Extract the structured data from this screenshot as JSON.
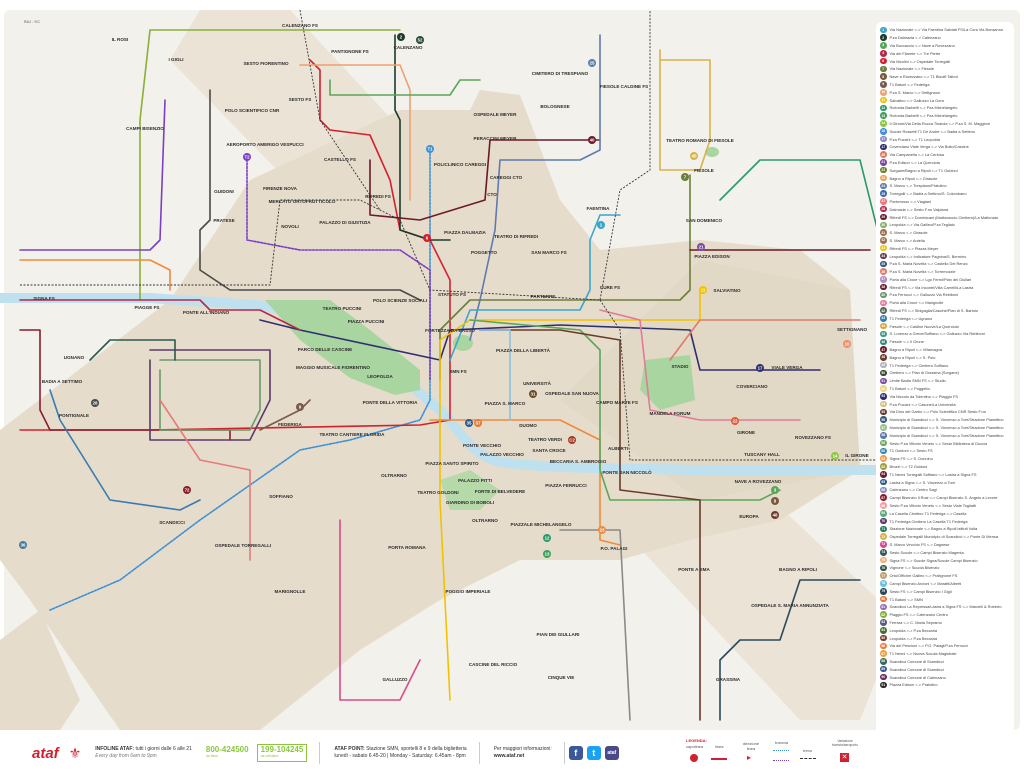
{
  "corner_code": "RAJ - YIC",
  "places": [
    "IL ROSI",
    "CAMPI BISENZIO",
    "I GIGLI",
    "SESTO FIORENTINO",
    "PANTIGNONE FS",
    "CALENZANO FS",
    "CALENZANO",
    "POLO SCIENTIFICO CNR",
    "AEROPORTO AMERIGO VESPUCCI",
    "SESTO FS",
    "CASTELLO FS",
    "GUIDONI",
    "PRATESE",
    "FIRENZE NOVA",
    "MERCATO ORTOFRUTTICOLO",
    "NOVOLI",
    "PALAZZO DI GIUSTIZIA",
    "RIFREDI FS",
    "CIMITERO DI TRESPIANO",
    "BOLOGNESE",
    "FIESOLE CALDINE FS",
    "OSPEDALE MEYER",
    "PERACCINI MEYER",
    "POLICLINICO CAREGGI",
    "CAREGGI CTO",
    "CTO",
    "FAENTINA",
    "SAN DOMENICO",
    "TEATRO ROMANO DI FIESOLE",
    "FIESOLE",
    "PIAZZA EDISON",
    "SALVIATINO",
    "PIAZZA DALMAZIA",
    "TEATRO DI RIFREDI",
    "POGGETTO",
    "SAN MARCO FS",
    "PARTERRE",
    "CURE FS",
    "STATUTO FS",
    "SIGNA FS",
    "PIAGGE FS",
    "PONTE ALL'INDIANO",
    "TEATRO PUCCINI",
    "PIAZZA PUCCINI",
    "POLO SCIENZE SOCIALI",
    "FORTEZZA DA BASSO",
    "PIAZZA DELLA LIBERTÀ",
    "SETTIGNANO",
    "PARCO DELLE CASCINE",
    "UGNANO",
    "BADIA A SETTIMO",
    "PONTIGNALE",
    "MAGGIO MUSICALE FIORENTINO",
    "LEOPOLDA",
    "SMN FS",
    "UNIVERSITÀ",
    "OSPEDALE SAN NUOVA",
    "CAMPO MARTE FS",
    "STADIO",
    "VIALE VERGA",
    "COVERCIANO",
    "PONTE DELLA VITTORIA",
    "FEDERIGA",
    "TEATRO CANTIERE FLORIDA",
    "MANDELA FORUM",
    "DUOMO",
    "PIAZZA S. MARCO",
    "TEATRO VERDI",
    "SANTA CROCE",
    "BECCARIA S. AMBROGIO",
    "ALBERTI",
    "PONTE SAN NICCOLÒ",
    "PONTE VECCHIO",
    "PALAZZO VECCHIO",
    "PIAZZA SANTO SPIRITO",
    "PALAZZO PITTI",
    "FORTE DI BELVEDERE",
    "PIAZZA FERRUCCI",
    "TEATRO GOLDONI",
    "GIARDINO DI BOBOLI",
    "GIRONE",
    "ROVEZZANO FS",
    "TUSCANY HALL",
    "IL GIRONE",
    "NAVE A ROVEZZANO",
    "EUROPA",
    "OLTRARNO",
    "PORTA ROMANA",
    "PIAZZALE MICHELANGELO",
    "P.O. PALAGI",
    "PONTE A EMA",
    "BAGNO A RIPOLI",
    "OSPEDALE S. MARIA ANNUNZIATA",
    "POGGIO IMPERIALE",
    "PIAN DEI GIULLARI",
    "CASCINE DEL RICCIO",
    "CINQUE VIE",
    "GALLUZZO",
    "GRASSINA",
    "SOFFIANO",
    "SCANDICCI",
    "OSPEDALE TORREGALLI",
    "MARIGNOLLE",
    "OLTRARNO"
  ],
  "badges": [
    {
      "n": "T1",
      "c": "#3d8fd6"
    },
    {
      "n": "T2",
      "c": "#7b3fc4"
    },
    {
      "n": "2",
      "c": "#1d3b2a"
    },
    {
      "n": "6",
      "c": "#d3202f"
    },
    {
      "n": "1",
      "c": "#3aa6c9"
    },
    {
      "n": "7",
      "c": "#6a7f3a"
    },
    {
      "n": "11",
      "c": "#f2c200"
    },
    {
      "n": "17",
      "c": "#2e2f6e"
    },
    {
      "n": "40",
      "c": "#6b1a2b"
    },
    {
      "n": "25",
      "c": "#5e7bb0"
    },
    {
      "n": "23",
      "c": "#f08a3c"
    },
    {
      "n": "14",
      "c": "#8cc63f"
    },
    {
      "n": "3",
      "c": "#5aa65a"
    },
    {
      "n": "12",
      "c": "#2a9a6a"
    },
    {
      "n": "13",
      "c": "#3aa25a"
    },
    {
      "n": "35",
      "c": "#2c5a8a"
    },
    {
      "n": "28",
      "c": "#4a4a4a"
    },
    {
      "n": "72",
      "c": "#8a1c2c"
    },
    {
      "n": "48",
      "c": "#6a3a2a"
    },
    {
      "n": "57",
      "c": "#e27a3a"
    },
    {
      "n": "C2",
      "c": "#a23a2a"
    },
    {
      "n": "9",
      "c": "#7a5a4a"
    },
    {
      "n": "22",
      "c": "#e25a3a"
    },
    {
      "n": "31",
      "c": "#6a4a2a"
    },
    {
      "n": "8",
      "c": "#7a5a3a"
    },
    {
      "n": "21",
      "c": "#7b4aa0"
    },
    {
      "n": "10",
      "c": "#f08a6a"
    },
    {
      "n": "36",
      "c": "#4a7a9a"
    },
    {
      "n": "52",
      "c": "#2a4a3a"
    },
    {
      "n": "45",
      "c": "#d8b24a"
    }
  ],
  "legend_items": [
    {
      "n": "1",
      "c": "#3aa6c9",
      "t": "Via Nazionale <-> Via Faentina Salviati FS/La Cora Via Bonsanno"
    },
    {
      "n": "2",
      "c": "#1d3b2a",
      "t": "P.za Dalmazia <-> Calenzano"
    },
    {
      "n": "3",
      "c": "#5aa65a",
      "t": "Via Boccaccio <-> Nave a Rovezzano"
    },
    {
      "n": "4",
      "c": "#b5294a",
      "t": "Via del Filarete <-> Tre Pietre"
    },
    {
      "n": "6",
      "c": "#d3202f",
      "t": "Via Nicolini <-> Ospedale Torregalli"
    },
    {
      "n": "7",
      "c": "#6a7f3a",
      "t": "Via Nazionale <-> Fiesole"
    },
    {
      "n": "8",
      "c": "#7a5a3a",
      "t": "Nave a Rovezzano <-> T1 Bisolfi Talbot"
    },
    {
      "n": "9",
      "c": "#7a5a4a",
      "t": "T1 Batoni <-> Federiga"
    },
    {
      "n": "10",
      "c": "#f0a070",
      "t": "P.za S. Marco <-> Settignano"
    },
    {
      "n": "11",
      "c": "#f2c200",
      "t": "Salvatino <-> Galluzzo La Gora"
    },
    {
      "n": "12",
      "c": "#2a9a6a",
      "t": "Rotonda Barbetti <-> Pza Michelangelo"
    },
    {
      "n": "13",
      "c": "#3aa25a",
      "t": "Rotonda Barbetti <-> Pza Michelangelo"
    },
    {
      "n": "14",
      "c": "#8cc63f",
      "t": "Il Girone/Via Della Rocca Tinaiola <-> P.za S. M. Maggiore"
    },
    {
      "n": "16",
      "c": "#3d8fd6",
      "t": "Scuole Rossetti T1 De André <-> Badia a Settimo"
    },
    {
      "n": "17",
      "c": "#8a8ac0",
      "t": "P.za Puccini <-> T1 Leopolda"
    },
    {
      "n": "17",
      "c": "#2e2f6e",
      "t": "Coverciano Viale Verga <-> Via Boito/Cascine"
    },
    {
      "n": "20",
      "c": "#e27a6a",
      "t": "Via Campanella <-> La Certosa"
    },
    {
      "n": "21",
      "c": "#7b4aa0",
      "t": "P.za Edison <-> La Querciola"
    },
    {
      "n": "22",
      "c": "#6a7f2a",
      "t": "Sorgane/Bagno a Ripoli <-> T1 Guidoni"
    },
    {
      "n": "23",
      "c": "#f0a050",
      "t": "Bagno a Ripoli <-> Girasole"
    },
    {
      "n": "24",
      "c": "#5e7bb0",
      "t": "S. Marco <-> Trespiano/Pratolino"
    },
    {
      "n": "25",
      "c": "#3a6ab0",
      "t": "Torregalli <-> Badia a Settimo/S. Colombano"
    },
    {
      "n": "27",
      "c": "#e87a7a",
      "t": "Ponterosso <-> Viagiani"
    },
    {
      "n": "28",
      "c": "#b5294a",
      "t": "Dalmazia <-> Sesto F.no Valpiana"
    },
    {
      "n": "29",
      "c": "#6b1a2b",
      "t": "Rifredi FS <-> Dominicani (Mattonaccio Cimitero)/La Mattonaia"
    },
    {
      "n": "30",
      "c": "#8ab06a",
      "t": "Leopolda <-> Via Galileo/P.za Tegliaio"
    },
    {
      "n": "31",
      "c": "#a0704a",
      "t": "S. Marco <-> Girasole"
    },
    {
      "n": "32",
      "c": "#a0704a",
      "t": "S. Marco <-> Antella"
    },
    {
      "n": "33",
      "c": "#f2c200",
      "t": "Rifredi FS <-> Piazza Meyer"
    },
    {
      "n": "34",
      "c": "#6a3a4a",
      "t": "Leopolda <-> Indicatore Pagnina/S. Bermino"
    },
    {
      "n": "35",
      "c": "#2c5a8a",
      "t": "P.za S. Maria Novella <-> Castello Del Renzo"
    },
    {
      "n": "36",
      "c": "#e27a6a",
      "t": "P.za S. Maria Novella <-> Torremozzie"
    },
    {
      "n": "37",
      "c": "#b08ac0",
      "t": "Porta alla Croce <-> Lgo Fermi/Pian dei Giullari"
    },
    {
      "n": "38",
      "c": "#6b1a2b",
      "t": "Rifredi FS <-> Via Incontri/Villa Carrelli/La Lastra"
    },
    {
      "n": "40",
      "c": "#6a9a6a",
      "t": "P.za Ferrucci <-> Galluzzo Via Rebiboni"
    },
    {
      "n": "41",
      "c": "#e87a9a",
      "t": "Porta alla Croce <-> Marignolle"
    },
    {
      "n": "42",
      "c": "#5a6a5a",
      "t": "Rifredi FS <-> Sinigaglia/Cascine/Pian di S. Bartolo"
    },
    {
      "n": "43",
      "c": "#3a7ab0",
      "t": "T1 Federiga <-> Ugnano"
    },
    {
      "n": "44",
      "c": "#d8a63a",
      "t": "Fiesole <-> Caldine Nuove/La Querciola"
    },
    {
      "n": "45",
      "c": "#3a9a7a",
      "t": "S. Lorenzo a Greve/Soffiano <-> Galluzzo Via Rebiboni"
    },
    {
      "n": "46",
      "c": "#2a8a7a",
      "t": "Fiesole <-> Il Grone"
    },
    {
      "n": "47",
      "c": "#6b1a2b",
      "t": "Bagno a Ripoli <-> Villamagna"
    },
    {
      "n": "48",
      "c": "#6a3a2a",
      "t": "Bagno a Ripoli <-> S. Polo"
    },
    {
      "n": "49",
      "c": "#b0b0c0",
      "t": "T1 Federiga <-> Cimitero Soffiano"
    },
    {
      "n": "50",
      "c": "#3a4a2a",
      "t": "Cimitero <-> Pian di Grassina (Sorgane)"
    },
    {
      "n": "51",
      "c": "#7b4aa0",
      "t": "Limite Badia SMN FS <-> Studio"
    },
    {
      "n": "52",
      "c": "#f2d27a",
      "t": "T1 Batoni <-> Poggetto"
    },
    {
      "n": "53",
      "c": "#2e2f6e",
      "t": "Via Niccolo da Tolentino <-> Piaggio FS"
    },
    {
      "n": "54",
      "c": "#d8c07a",
      "t": "P.za Puccini <-> Casone/La Università"
    },
    {
      "n": "55",
      "c": "#6a3a2a",
      "t": "Via Dino del Garbo <-> Polo Scientifico CNR Sesto F.no"
    },
    {
      "n": "56",
      "c": "#3a5a7a",
      "t": "Municipio di Scandicci <-> S. Vincenzo a Torri/Stradone Pianettino"
    },
    {
      "n": "57",
      "c": "#9ac08a",
      "t": "Municipio di Scandicci <-> S. Vincenzo a Torri/Stradone Pianettino"
    },
    {
      "n": "58",
      "c": "#5a7aaa",
      "t": "Municipio di Scandicci <-> S. Vincenzo a Torri/Stradone Pianettino"
    },
    {
      "n": "59",
      "c": "#6aaa5a",
      "t": "Sesto P.za Vittorio Veneto <-> Sesto Biblioteca di Doccia"
    },
    {
      "n": "60",
      "c": "#3a8ab0",
      "t": "T1 Guidoni <-> Sesto FS"
    },
    {
      "n": "62",
      "c": "#f0a050",
      "t": "Signa FS <-> S. Donnino"
    },
    {
      "n": "63",
      "c": "#a0a03a",
      "t": "Brozzi <-> T2 Guidoni"
    },
    {
      "n": "64",
      "c": "#6b1a2b",
      "t": "T1 Nenni Torregalli Soffiano <-> Lastra a Signa FS"
    },
    {
      "n": "65",
      "c": "#2c5a8a",
      "t": "Lastra a Signa <-> S. Vincenzo a Torri"
    },
    {
      "n": "66",
      "c": "#8a8ac0",
      "t": "Calenzano <-> Centro Sagi"
    },
    {
      "n": "67",
      "c": "#8a1c2c",
      "t": "Campi Bisenzio Il Rosi <-> Campi Bisenzio S. Angelo a Lecore"
    },
    {
      "n": "68",
      "c": "#f0a0a0",
      "t": "Sesto P.za Vittorio Veneto <-> Sesto Viale Togliatti"
    },
    {
      "n": "69",
      "c": "#5aaa7a",
      "t": "La Casella Cimitero T1 Federiga <-> Casella"
    },
    {
      "n": "70",
      "c": "#5a3a6a",
      "t": "T1 Federiga Cimitero La Casella T1 Federiga"
    },
    {
      "n": "71",
      "c": "#2a7a5a",
      "t": "Stazione Nazionale <-> Bagno a Ripoli Istituti Volta"
    },
    {
      "n": "72",
      "c": "#d8b24a",
      "t": "Ospedale Torregalli Municipio di Scandicci <-> Ponte Di Mensa"
    },
    {
      "n": "73",
      "c": "#d84a8a",
      "t": "S. Marco Vecchio FS <-> Dagnese"
    },
    {
      "n": "74",
      "c": "#3a5a5a",
      "t": "Sesto Scuole <-> Campi Bisenzio Magenta"
    },
    {
      "n": "75",
      "c": "#f0b070",
      "t": "Signa FS <-> Scuole Signa/Scuole Campi Bisenzio"
    },
    {
      "n": "76",
      "c": "#2a5a4a",
      "t": "Vignone <-> Scuola Bisenzio"
    },
    {
      "n": "77",
      "c": "#c0a070",
      "t": "Orto/Officine Galileo <-> Pratignone FS"
    },
    {
      "n": "78",
      "c": "#6ac0e0",
      "t": "Campi Bisenzio Arcioni <-> Maratti/Alberti"
    },
    {
      "n": "79",
      "c": "#2a4a5a",
      "t": "Sesto FS <-> Campi Bisenzio I Gigli"
    },
    {
      "n": "80",
      "c": "#e27a3a",
      "t": "T1 Batoni <-> SMN"
    },
    {
      "n": "81",
      "c": "#9a6ab0",
      "t": "Scandicci La Repressa/Lastra a Signa FS <-> Marcelli & Roberto"
    },
    {
      "n": "82",
      "c": "#8ab03a",
      "t": "Piaggio FS <-> Calenzano Centro"
    },
    {
      "n": "83",
      "c": "#5a5a7a",
      "t": "Ferrara <-> C. Maria Sepramo"
    },
    {
      "n": "84",
      "c": "#4a6a2a",
      "t": "Leopolda <-> P.za Beccaria"
    },
    {
      "n": "85",
      "c": "#7a3a2a",
      "t": "Leopolda <-> P.za Beccaria"
    },
    {
      "n": "86",
      "c": "#f07a3a",
      "t": "Via dei Pescioni <-> P.O. Palagi/P.za Ferrucci"
    },
    {
      "n": "87",
      "c": "#f0a03a",
      "t": "T1 Nenni <-> Nuova Scuola Magistrale"
    },
    {
      "n": "88",
      "c": "#3a6a5a",
      "t": "Scandicci Comune di Scandicci"
    },
    {
      "n": "89",
      "c": "#3a5a8a",
      "t": "Scandicci Comune di Scandicci"
    },
    {
      "n": "90",
      "c": "#6b2a5a",
      "t": "Scandicci Comune di Calenzano"
    },
    {
      "n": "91",
      "c": "#2a2a2a",
      "t": "Piazza Edison <-> Pratolino"
    }
  ],
  "footer": {
    "logo": "ataf",
    "infoline_label": "INFOLINE ATAF:",
    "infoline_text": "tutti i giorni dalle 6 alle 21",
    "infoline_en": "Every day from 6am to 9pm",
    "phone1": "800-424500",
    "phone1_note": "da fisso",
    "phone2": "199-104245",
    "phone2_note": "da cellulare",
    "atafpoint_label": "ATAF POINT:",
    "atafpoint_text": "Stazione SMN, sportelli 8 e 9 della biglietteria",
    "atafpoint_hours": "lunedì - sabato 6.45-20 | Monday - Saturday: 6.45am - 8pm",
    "more_info": "Per maggiori informazioni:",
    "website": "www.ataf.net",
    "social": [
      "f",
      "t",
      "ataf"
    ]
  },
  "map_legend": {
    "title": "LEGENDA:",
    "items": [
      "capolinea",
      "linea",
      "direzione linea",
      "tramvia",
      "treno",
      "Variazione tramvia/aeroporto"
    ]
  }
}
